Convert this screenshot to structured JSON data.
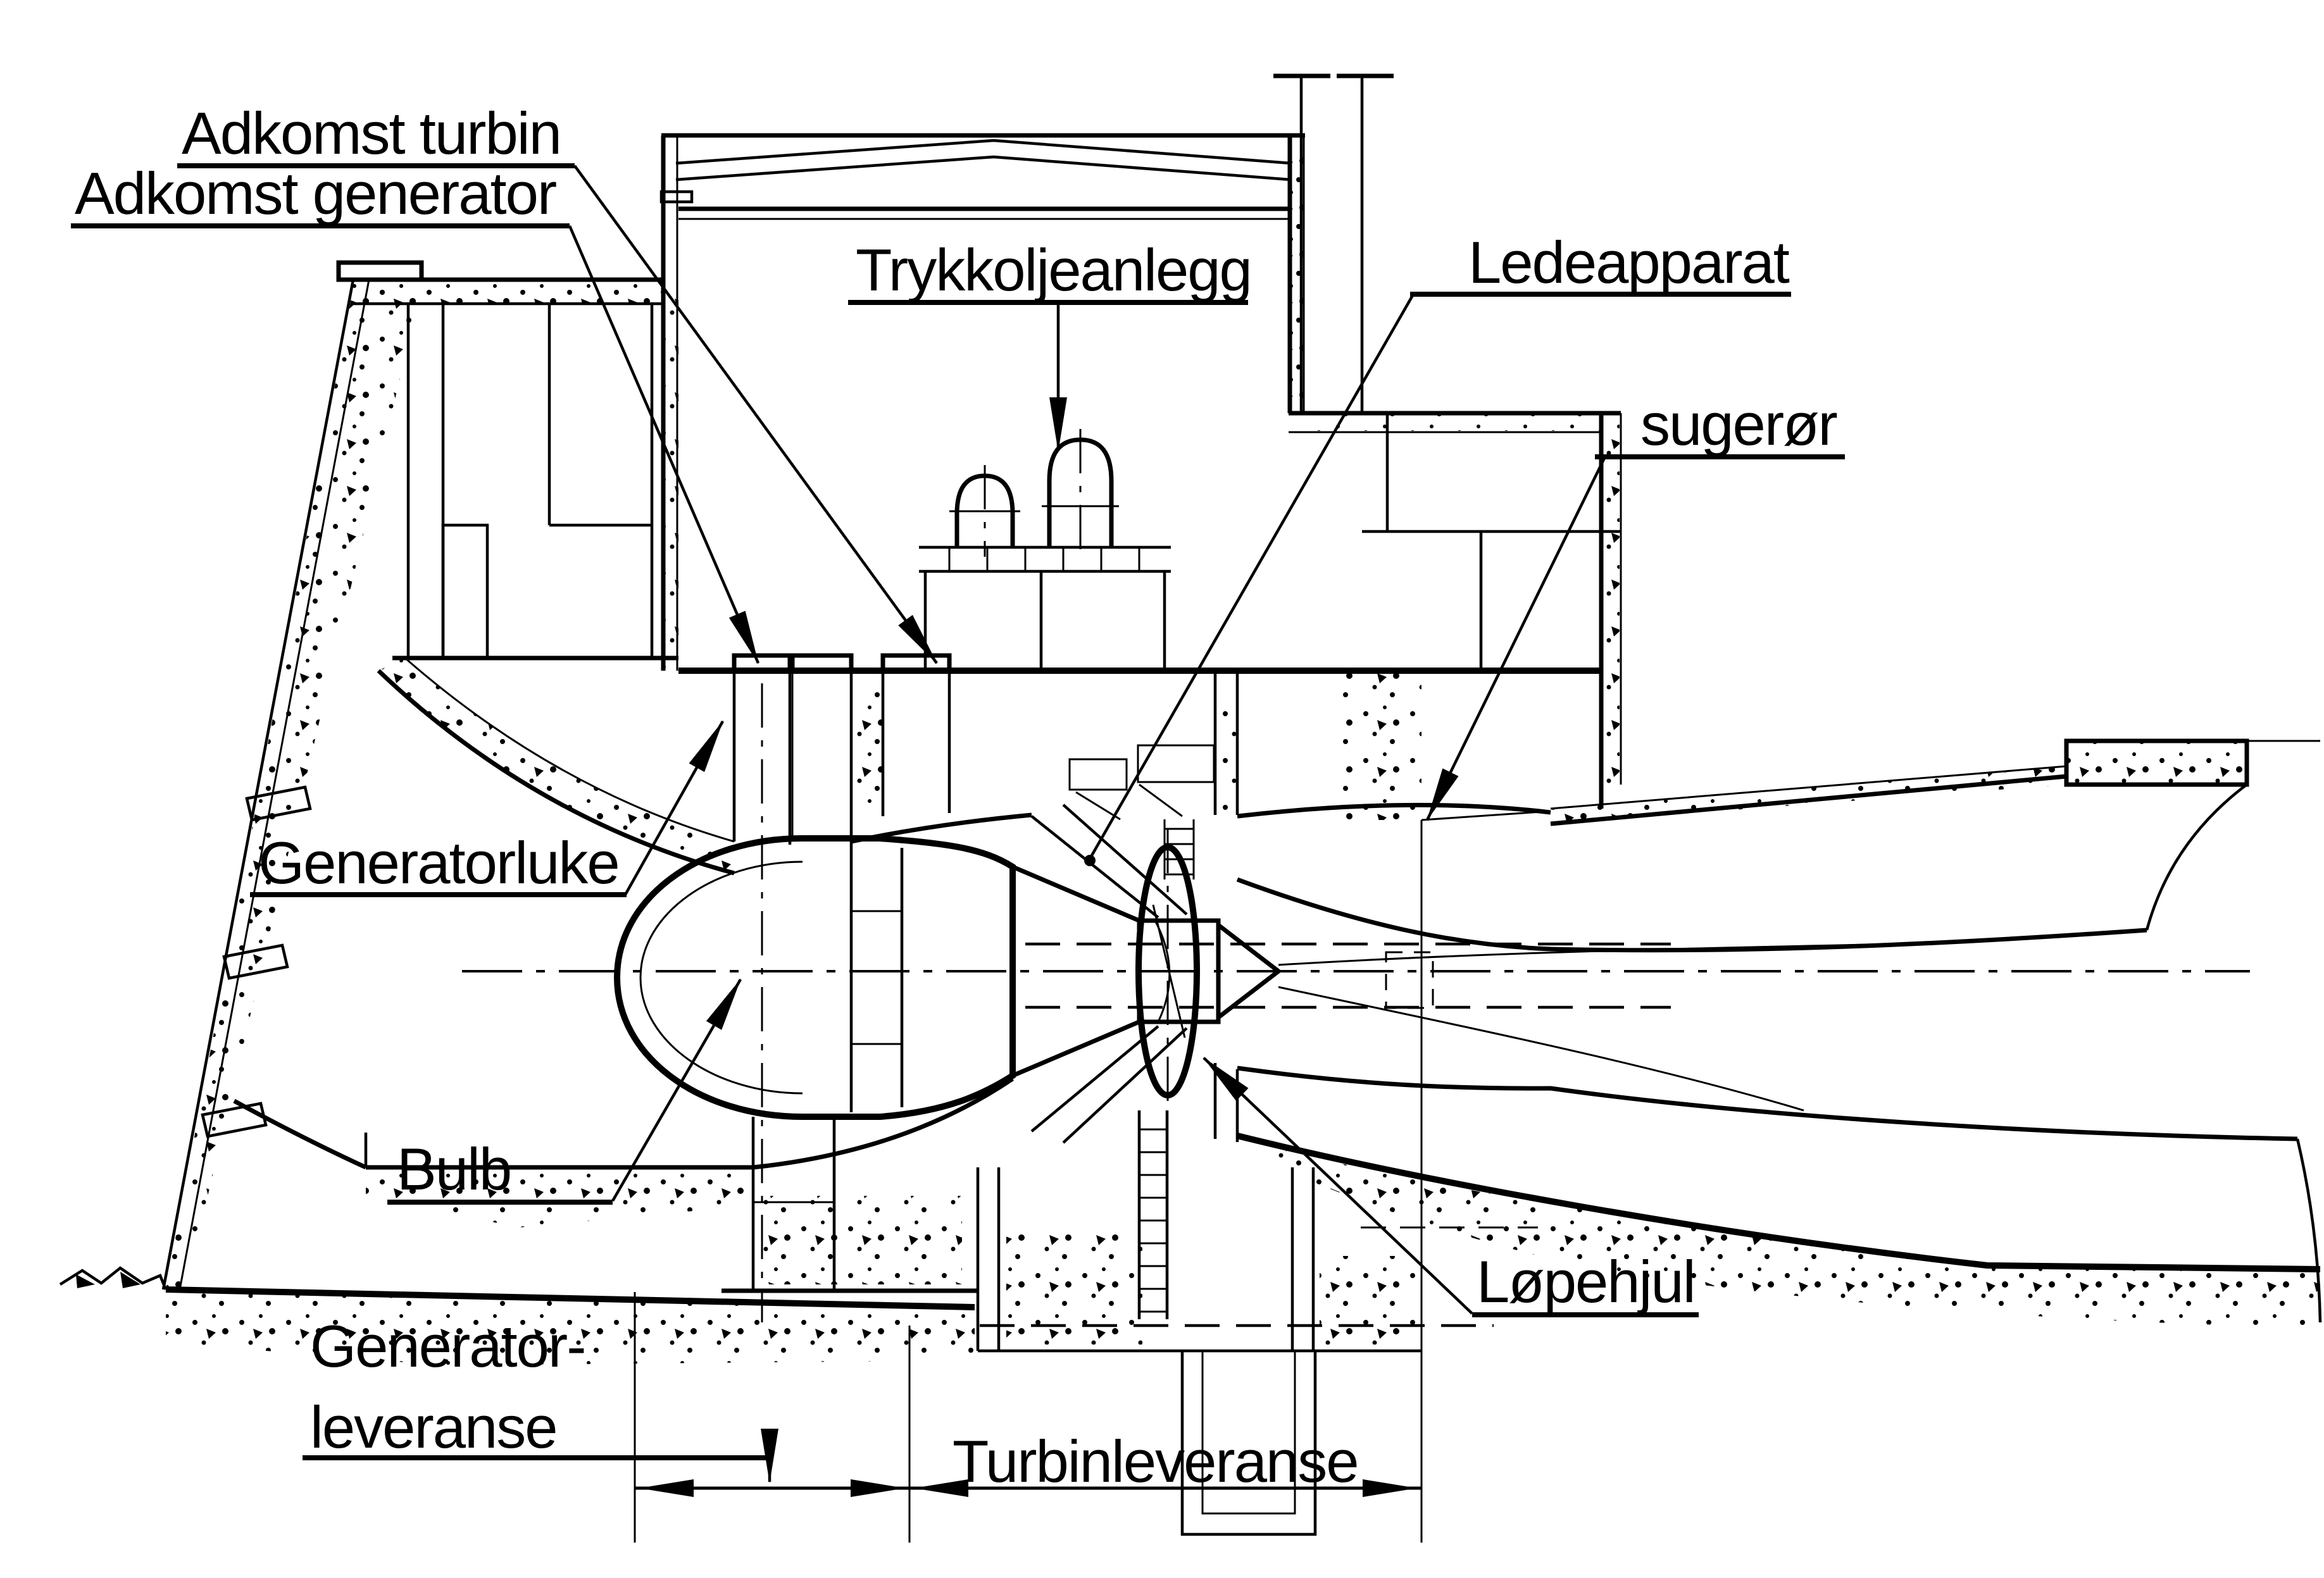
{
  "drawing": {
    "title": "Bulb turbine hydropower plant cross-section",
    "language": "Norwegian",
    "colors": {
      "ink": "#000000",
      "paper": "#ffffff"
    }
  },
  "labels": {
    "adkomst_turbin": "Adkomst turbin",
    "adkomst_generator": "Adkomst generator",
    "trykkoljeanlegg": "Trykkoljeanlegg",
    "ledeapparat": "Ledeapparat",
    "sugeror": "sugerør",
    "generatorluke": "Generatorluke",
    "bulb": "Bulb",
    "lopehjul": "Løpehjul",
    "generator_leveranse_line1": "Generator-",
    "generator_leveranse_line2": "leveranse",
    "turbinleveranse": "Turbinleveranse"
  }
}
